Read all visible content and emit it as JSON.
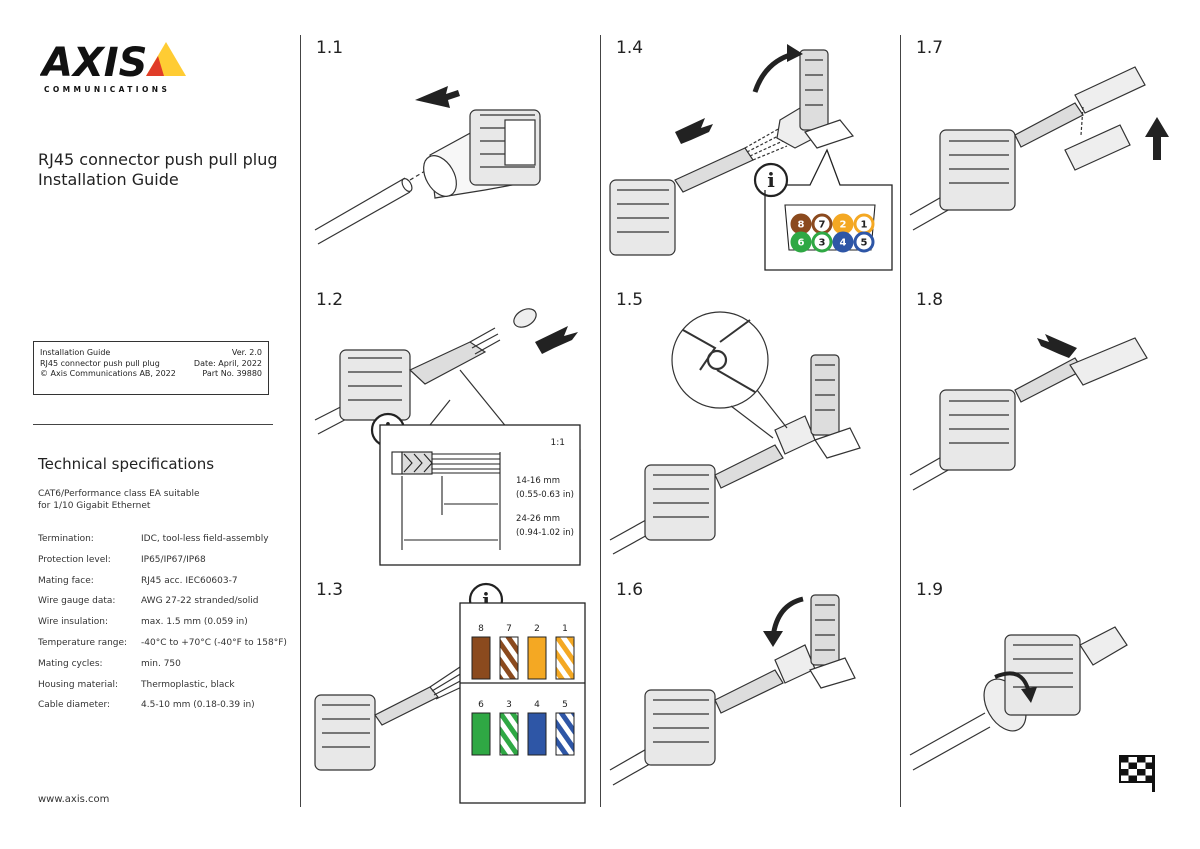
{
  "brand": {
    "name": "AXIS",
    "tagline": "COMMUNICATIONS",
    "triangle_color": "#ffcc33",
    "triangle_dark": "#e03c28"
  },
  "document": {
    "title_line1": "RJ45 connector push pull plug",
    "title_line2": "Installation Guide"
  },
  "meta": {
    "left": [
      "Installation Guide",
      "RJ45 connector push pull plug",
      "© Axis Communications AB, 2022"
    ],
    "right": [
      "Ver. 2.0",
      "Date: April, 2022",
      "Part No. 39880"
    ]
  },
  "specs": {
    "title": "Technical specifications",
    "intro_line1": "CAT6/Performance class EA suitable",
    "intro_line2": "for 1/10 Gigabit Ethernet",
    "rows": [
      {
        "label": "Termination:",
        "value": "IDC, tool-less field-assembly"
      },
      {
        "label": "Protection level:",
        "value": "IP65/IP67/IP68"
      },
      {
        "label": "Mating face:",
        "value": "RJ45 acc. IEC60603-7"
      },
      {
        "label": "Wire gauge data:",
        "value": "AWG 27-22 stranded/solid"
      },
      {
        "label": "Wire insulation:",
        "value": "max. 1.5 mm (0.059 in)"
      },
      {
        "label": "Temperature range:",
        "value": "-40°C to +70°C (-40°F to 158°F)"
      },
      {
        "label": "Mating cycles:",
        "value": "min. 750"
      },
      {
        "label": "Housing material:",
        "value": "Thermoplastic, black"
      },
      {
        "label": "Cable diameter:",
        "value": "4.5-10 mm (0.18-0.39 in)"
      }
    ]
  },
  "footer": {
    "url": "www.axis.com"
  },
  "steps": {
    "s11": "1.1",
    "s12": "1.2",
    "s13": "1.3",
    "s14": "1.4",
    "s15": "1.5",
    "s16": "1.6",
    "s17": "1.7",
    "s18": "1.8",
    "s19": "1.9"
  },
  "callouts": {
    "info_glyph": "i",
    "scale": "1:1",
    "dim1_mm": "14-16 mm",
    "dim1_in": "(0.55-0.63 in)",
    "dim2_mm": "24-26 mm",
    "dim2_in": "(0.94-1.02 in)"
  },
  "wires": {
    "top": [
      {
        "num": "8",
        "color": "#8b4a1e",
        "striped": false
      },
      {
        "num": "7",
        "color": "#8b4a1e",
        "striped": true
      },
      {
        "num": "2",
        "color": "#f4a823",
        "striped": false
      },
      {
        "num": "1",
        "color": "#f4a823",
        "striped": true
      }
    ],
    "bottom": [
      {
        "num": "6",
        "color": "#2fa844",
        "striped": false
      },
      {
        "num": "3",
        "color": "#2fa844",
        "striped": true
      },
      {
        "num": "4",
        "color": "#2e56a6",
        "striped": false
      },
      {
        "num": "5",
        "color": "#2e56a6",
        "striped": true
      }
    ]
  }
}
